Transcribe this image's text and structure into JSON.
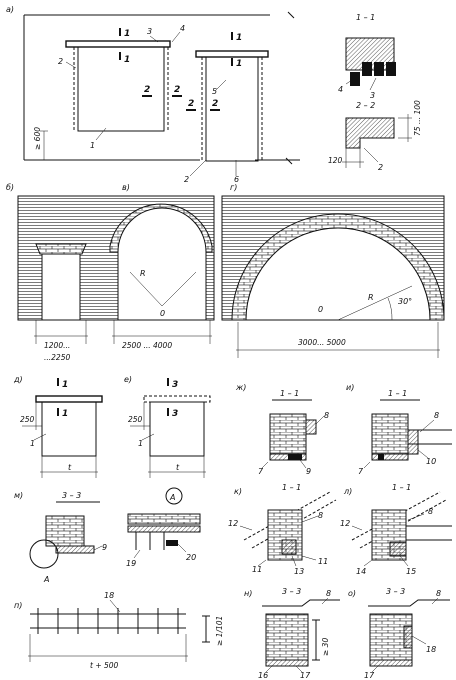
{
  "panels": {
    "a": "а)",
    "b": "б)",
    "v": "в)",
    "g": "г)",
    "d": "д)",
    "e": "е)",
    "zh": "ж)",
    "i": "и)",
    "k": "к)",
    "l": "л)",
    "m": "м)",
    "n": "н)",
    "o": "о)",
    "p": "п)"
  },
  "section_marks": {
    "s1": "1",
    "s2": "2",
    "s3": "3"
  },
  "section_titles": {
    "s11": "1 – 1",
    "s22": "2 – 2",
    "s33": "3 – 3"
  },
  "callout": "А",
  "part_numbers": {
    "n1": "1",
    "n2": "2",
    "n3": "3",
    "n4": "4",
    "n5": "5",
    "n6": "6",
    "n7": "7",
    "n8": "8",
    "n9": "9",
    "n10": "10",
    "n11": "11",
    "n12": "12",
    "n13": "13",
    "n14": "14",
    "n15": "15",
    "n16": "16",
    "n17": "17",
    "n18": "18",
    "n19": "19",
    "n20": "20"
  },
  "dimensions": {
    "min600": "≥ 600",
    "range75_100": "75 ... 100",
    "d120": "120",
    "d1200": "1200...",
    "d2250": "...2250",
    "d2500": "2500 ... 4000",
    "d3000": "3000... 5000",
    "d250": "250",
    "t": "t",
    "t500": "t + 500",
    "ratio": "≥ 1/101",
    "d30": "≥ 30"
  },
  "labels": {
    "radius": "R",
    "origin": "0",
    "angle": "30°"
  }
}
